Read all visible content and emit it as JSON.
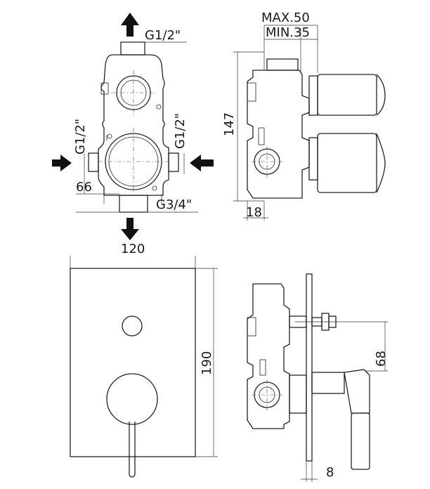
{
  "labels": {
    "top_outlet": "G1/2\"",
    "left_inlet": "G1/2\"",
    "right_inlet": "G1/2\"",
    "bottom_outlet": "G3/4\"",
    "offset_66": "66",
    "max_depth": "MAX.50",
    "min_depth": "MIN.35",
    "height_147": "147",
    "depth_18": "18",
    "plate_width": "120",
    "plate_height": "190",
    "handle_offset": "68",
    "plate_thickness": "8"
  },
  "arrows": [
    "flow-up-arrow",
    "flow-right-arrow",
    "flow-left-arrow",
    "flow-down-arrow"
  ]
}
